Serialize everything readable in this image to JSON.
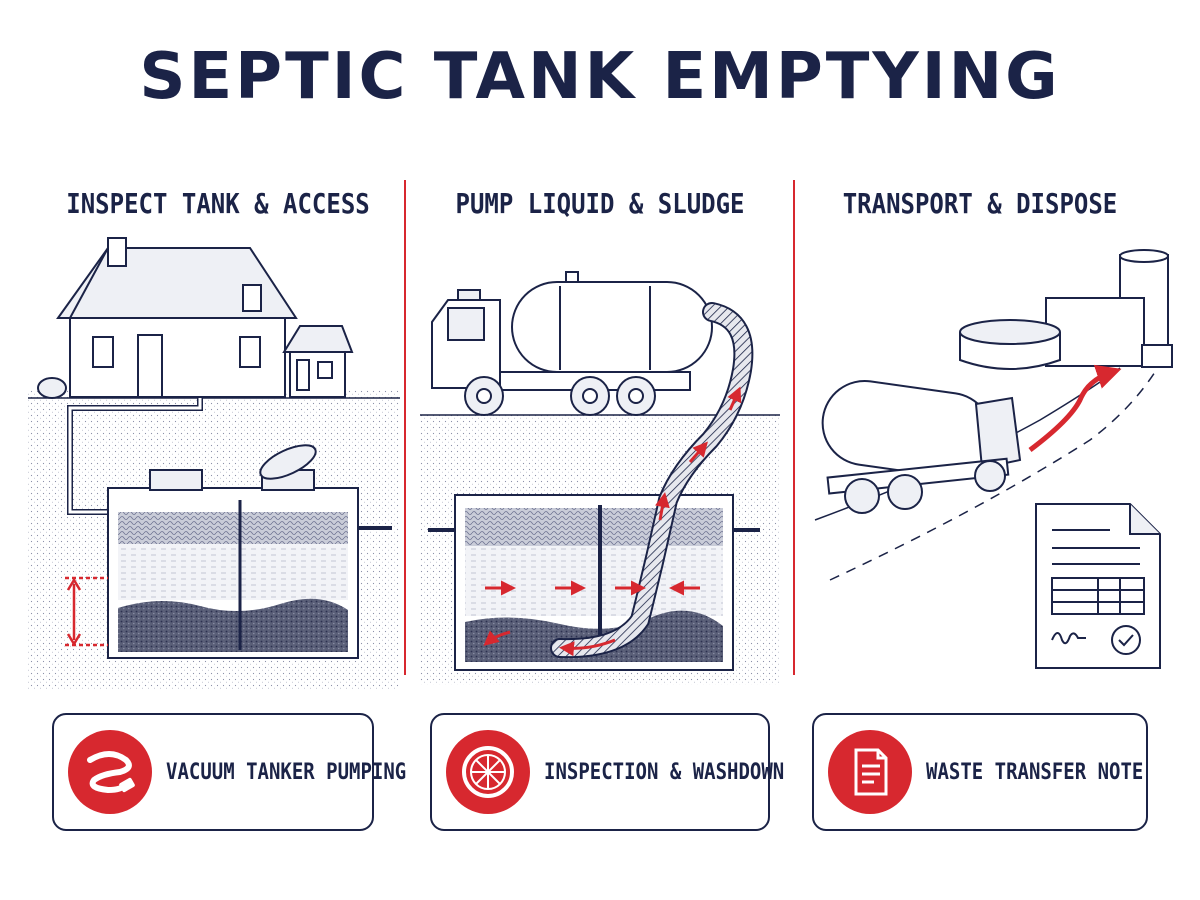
{
  "title": "SEPTIC TANK EMPTYING",
  "steps": [
    {
      "heading": "INSPECT TANK & ACCESS"
    },
    {
      "heading": "PUMP LIQUID & SLUDGE"
    },
    {
      "heading": "TRANSPORT & DISPOSE"
    }
  ],
  "features": [
    {
      "label": "VACUUM TANKER PUMPING",
      "icon": "hose-icon"
    },
    {
      "label": "INSPECTION & WASHDOWN",
      "icon": "manhole-cover-icon"
    },
    {
      "label": "WASTE TRANSFER NOTE",
      "icon": "document-icon"
    }
  ],
  "colors": {
    "navy": "#1b2347",
    "accent_red": "#d7282f",
    "background": "#ffffff"
  }
}
